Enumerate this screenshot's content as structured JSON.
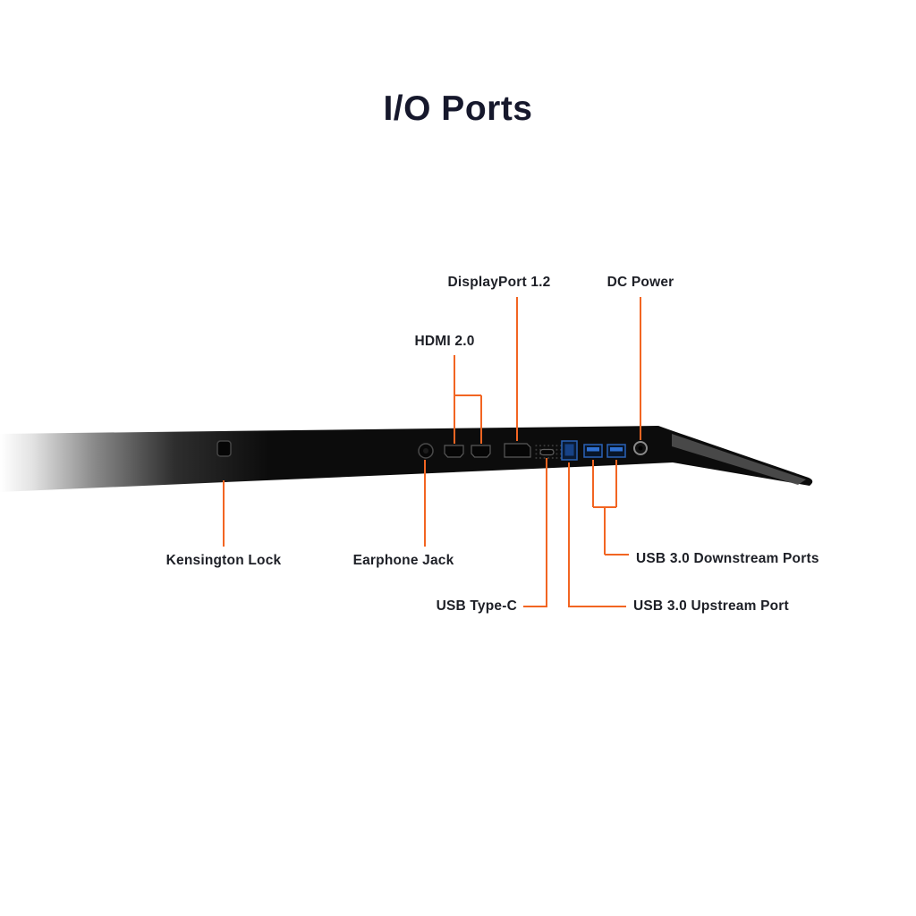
{
  "title": "I/O Ports",
  "colors": {
    "accent_orange": "#F26522",
    "label_text": "#1d1f26",
    "device_black": "#0c0c0c",
    "usb_blue": "#2a62b5"
  },
  "callouts": {
    "displayport": {
      "label": "DisplayPort 1.2"
    },
    "dc_power": {
      "label": "DC Power"
    },
    "hdmi": {
      "label": "HDMI 2.0"
    },
    "kensington_lock": {
      "label": "Kensington Lock"
    },
    "earphone_jack": {
      "label": "Earphone Jack"
    },
    "usb_downstream": {
      "label": "USB 3.0 Downstream Ports"
    },
    "usb_type_c": {
      "label": "USB Type-C"
    },
    "usb_upstream": {
      "label": "USB 3.0 Upstream Port"
    }
  }
}
